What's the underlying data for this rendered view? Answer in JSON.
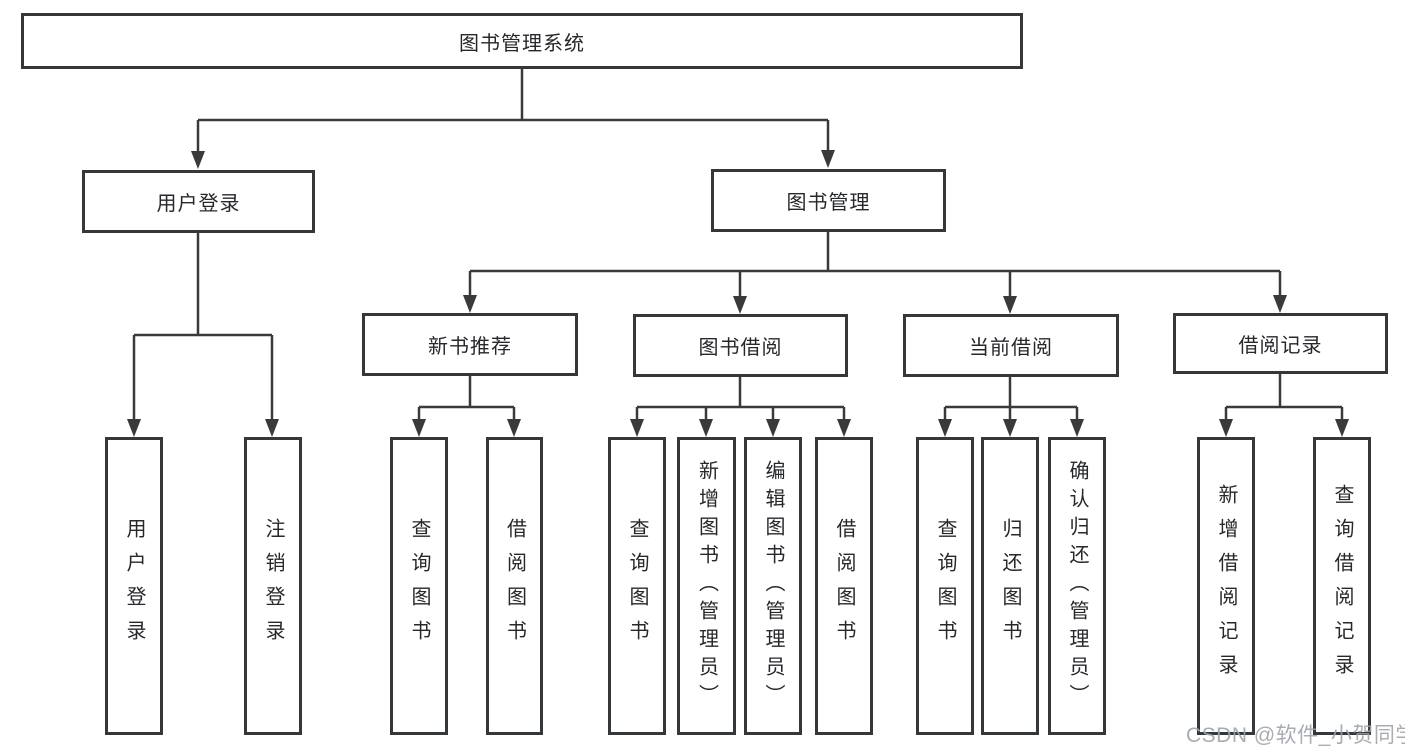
{
  "diagram_title": "图书管理系统",
  "nodes": {
    "root": "图书管理系统",
    "user_login": "用户登录",
    "book_mgmt": "图书管理",
    "new_book_rec": "新书推荐",
    "book_borrow": "图书借阅",
    "current_borrow": "当前借阅",
    "borrow_records": "借阅记录",
    "leaf_user_login": "用户登录",
    "leaf_logout": "注销登录",
    "leaf_query_book_rec": "查询图书",
    "leaf_borrow_book_rec": "借阅图书",
    "leaf_query_book_borrow": "查询图书",
    "leaf_add_book": "新增图书（管理员）",
    "leaf_edit_book": "编辑图书（管理员）",
    "leaf_borrow_book_borrow": "借阅图书",
    "leaf_query_book_current": "查询图书",
    "leaf_return_book": "归还图书",
    "leaf_confirm_return": "确认归还（管理员）",
    "leaf_add_record": "新增借阅记录",
    "leaf_query_record": "查询借阅记录"
  },
  "tree": {
    "root": "图书管理系统",
    "children": [
      {
        "label": "用户登录",
        "children": [
          "用户登录",
          "注销登录"
        ]
      },
      {
        "label": "图书管理",
        "children": [
          {
            "label": "新书推荐",
            "children": [
              "查询图书",
              "借阅图书"
            ]
          },
          {
            "label": "图书借阅",
            "children": [
              "查询图书",
              "新增图书（管理员）",
              "编辑图书（管理员）",
              "借阅图书"
            ]
          },
          {
            "label": "当前借阅",
            "children": [
              "查询图书",
              "归还图书",
              "确认归还（管理员）"
            ]
          },
          {
            "label": "借阅记录",
            "children": [
              "新增借阅记录",
              "查询借阅记录"
            ]
          }
        ]
      }
    ]
  },
  "watermark": "CSDN @软件_小贺同学",
  "colors": {
    "line": "#3a3a3a",
    "box_border": "#35383b",
    "text": "#26282b",
    "watermark": "#9ea3ab",
    "background": "#ffffff"
  }
}
